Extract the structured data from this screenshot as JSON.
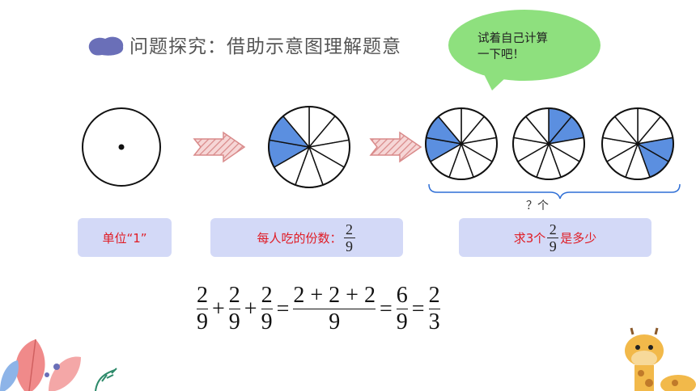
{
  "title": "问题探究：借助示意图理解题意",
  "bubble": {
    "line1": "试着自己计算",
    "line2": "一下吧！"
  },
  "question_label": "？个",
  "labels": {
    "unit": "单位“1”",
    "each_prefix": "每人吃的份数：",
    "find_prefix": "求3个",
    "find_suffix": "是多少"
  },
  "fraction": {
    "num": "2",
    "den": "9"
  },
  "equation": {
    "terms": [
      {
        "num": "2",
        "den": "9"
      },
      {
        "op": "+"
      },
      {
        "num": "2",
        "den": "9"
      },
      {
        "op": "+"
      },
      {
        "num": "2",
        "den": "9"
      },
      {
        "op": "="
      },
      {
        "num": "2 + 2 + 2",
        "den": "9"
      },
      {
        "op": "="
      },
      {
        "num": "6",
        "den": "9"
      },
      {
        "op": "="
      },
      {
        "num": "2",
        "den": "3"
      }
    ]
  },
  "colors": {
    "shade": "#5b8fe0",
    "box": "#d3d9f7",
    "label_text": "#e01b24",
    "bubble": "#8ee07e",
    "arrow": "#e8a2a2"
  }
}
